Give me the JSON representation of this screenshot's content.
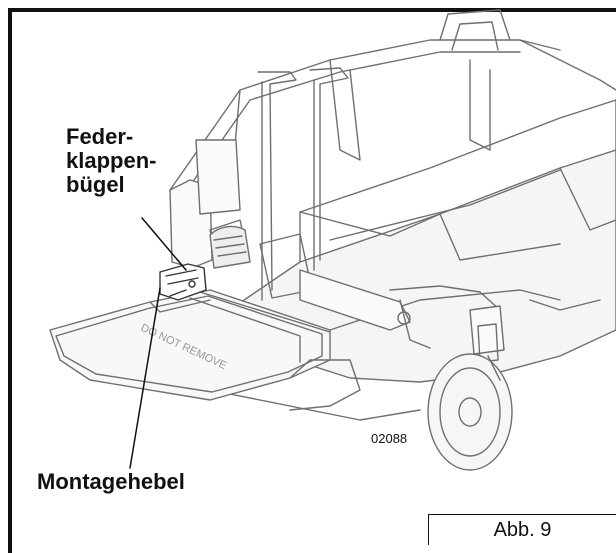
{
  "labels": {
    "spring_latch_line1": "Feder-",
    "spring_latch_line2": "klappen-",
    "spring_latch_line3": "bügel",
    "mounting_lever": "Montagehebel"
  },
  "deck_stencil": "DO NOT REMOVE",
  "part_number": "02088",
  "figure_caption": "Abb. 9"
}
